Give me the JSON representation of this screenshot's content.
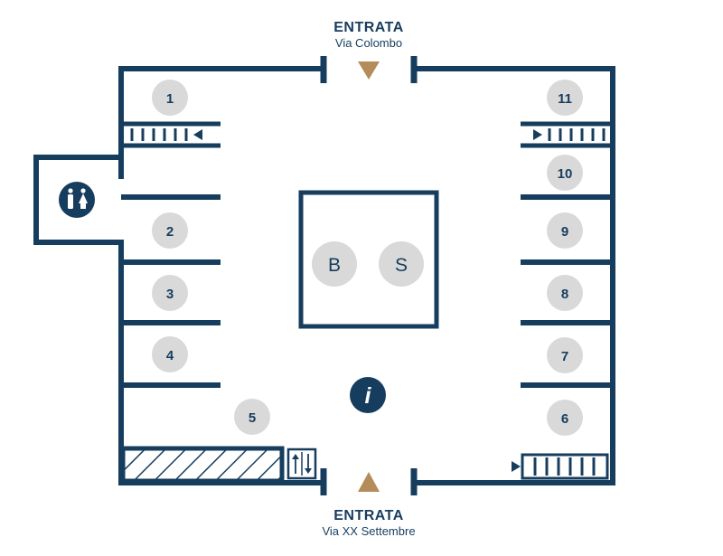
{
  "colors": {
    "wall": "#173d5e",
    "circle": "#d9d9d9",
    "number": "#173d5e",
    "arrow": "#b48c5a",
    "info_bg": "#173d5e"
  },
  "entrances": {
    "top": {
      "title": "ENTRATA",
      "street": "Via Colombo"
    },
    "bottom": {
      "title": "ENTRATA",
      "street": "Via XX Settembre"
    }
  },
  "stalls": [
    "1",
    "2",
    "3",
    "4",
    "5",
    "6",
    "7",
    "8",
    "9",
    "10",
    "11"
  ],
  "center_kiosks": [
    "B",
    "S"
  ],
  "icons": {
    "restroom": "restroom-icon",
    "info": "info-icon",
    "elevator": "elevator-icon",
    "info_glyph": "i"
  }
}
